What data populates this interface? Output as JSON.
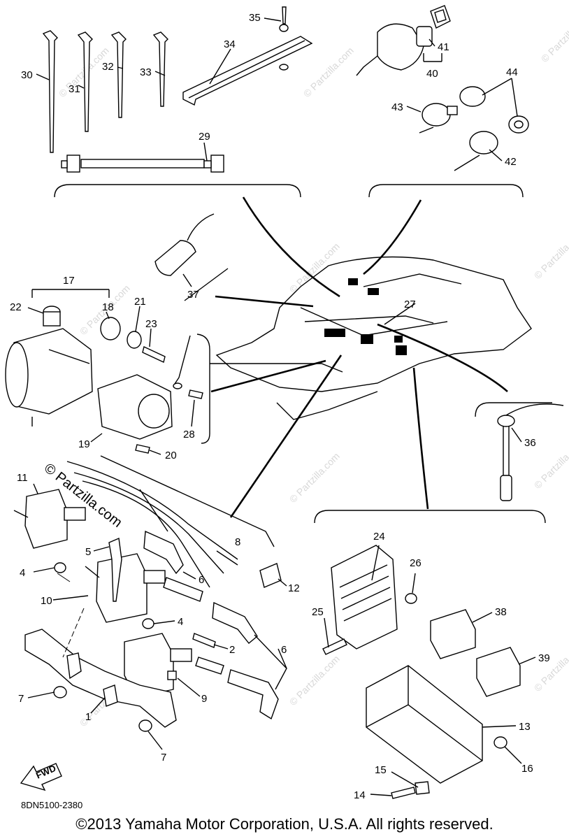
{
  "diagram": {
    "drawing_code": "8DN5100-2380",
    "fwd_label": "FWD",
    "copyright": "©2013 Yamaha Motor Corporation, U.S.A. All rights reserved.",
    "watermark": "© Partzilla.com",
    "watermark_brand": "© Partzilla.com",
    "callouts": {
      "c1": "1",
      "c2": "2",
      "c4a": "4",
      "c4b": "4",
      "c5": "5",
      "c6a": "6",
      "c6b": "6",
      "c7a": "7",
      "c7b": "7",
      "c8": "8",
      "c9": "9",
      "c10": "10",
      "c11": "11",
      "c12": "12",
      "c13": "13",
      "c14": "14",
      "c15": "15",
      "c16": "16",
      "c17": "17",
      "c18": "18",
      "c19": "19",
      "c20": "20",
      "c21": "21",
      "c22": "22",
      "c23": "23",
      "c24": "24",
      "c25": "25",
      "c26": "26",
      "c27": "27",
      "c28": "28",
      "c29": "29",
      "c30": "30",
      "c31": "31",
      "c32": "32",
      "c33": "33",
      "c34": "34",
      "c35": "35",
      "c36": "36",
      "c37": "37",
      "c38": "38",
      "c39": "39",
      "c40": "40",
      "c41": "41",
      "c42": "42",
      "c43": "43",
      "c44": "44"
    }
  }
}
